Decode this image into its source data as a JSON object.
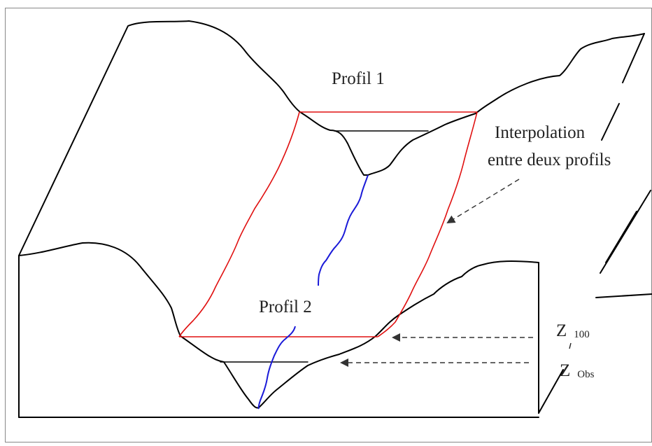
{
  "labels": {
    "profil_1": "Profil 1",
    "profil_2": "Profil 2",
    "interpolation_line1": "Interpolation",
    "interpolation_line2": "entre deux profils",
    "z100": {
      "symbol": "Z",
      "subscript": "100"
    },
    "zobs": {
      "symbol": "Z",
      "subscript": "Obs"
    }
  },
  "colors": {
    "terrain_outline": "#000000",
    "profile_line": "#e01010",
    "river": "#1a1ad8",
    "arrow": "#333333",
    "frame": "#888888"
  }
}
